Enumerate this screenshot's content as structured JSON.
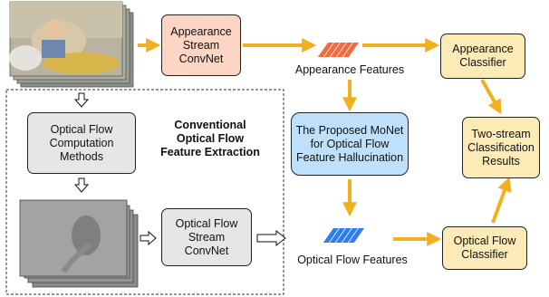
{
  "nodes": {
    "appearance_stream": "Appearance Stream ConvNet",
    "appearance_features": "Appearance Features",
    "appearance_classifier": "Appearance Classifier",
    "monet": "The Proposed MoNet for Optical Flow Feature Hallucination",
    "two_stream_results": "Two-stream Classification Results",
    "flow_computation": "Optical Flow Computation Methods",
    "conventional_title": "Conventional Optical Flow Feature Extraction",
    "flow_stream": "Optical Flow Stream ConvNet",
    "flow_features": "Optical Flow Features",
    "flow_classifier": "Optical Flow Classifier"
  },
  "colors": {
    "arrow": "#f2b01e",
    "appearance_box": "#fcd5c4",
    "monet_box": "#bfe0fb",
    "classifier_box": "#fdebb7",
    "gray_box": "#e6e6e6",
    "appearance_feature_bars": "#f26a3d",
    "flow_feature_bars": "#2d7cf0"
  }
}
